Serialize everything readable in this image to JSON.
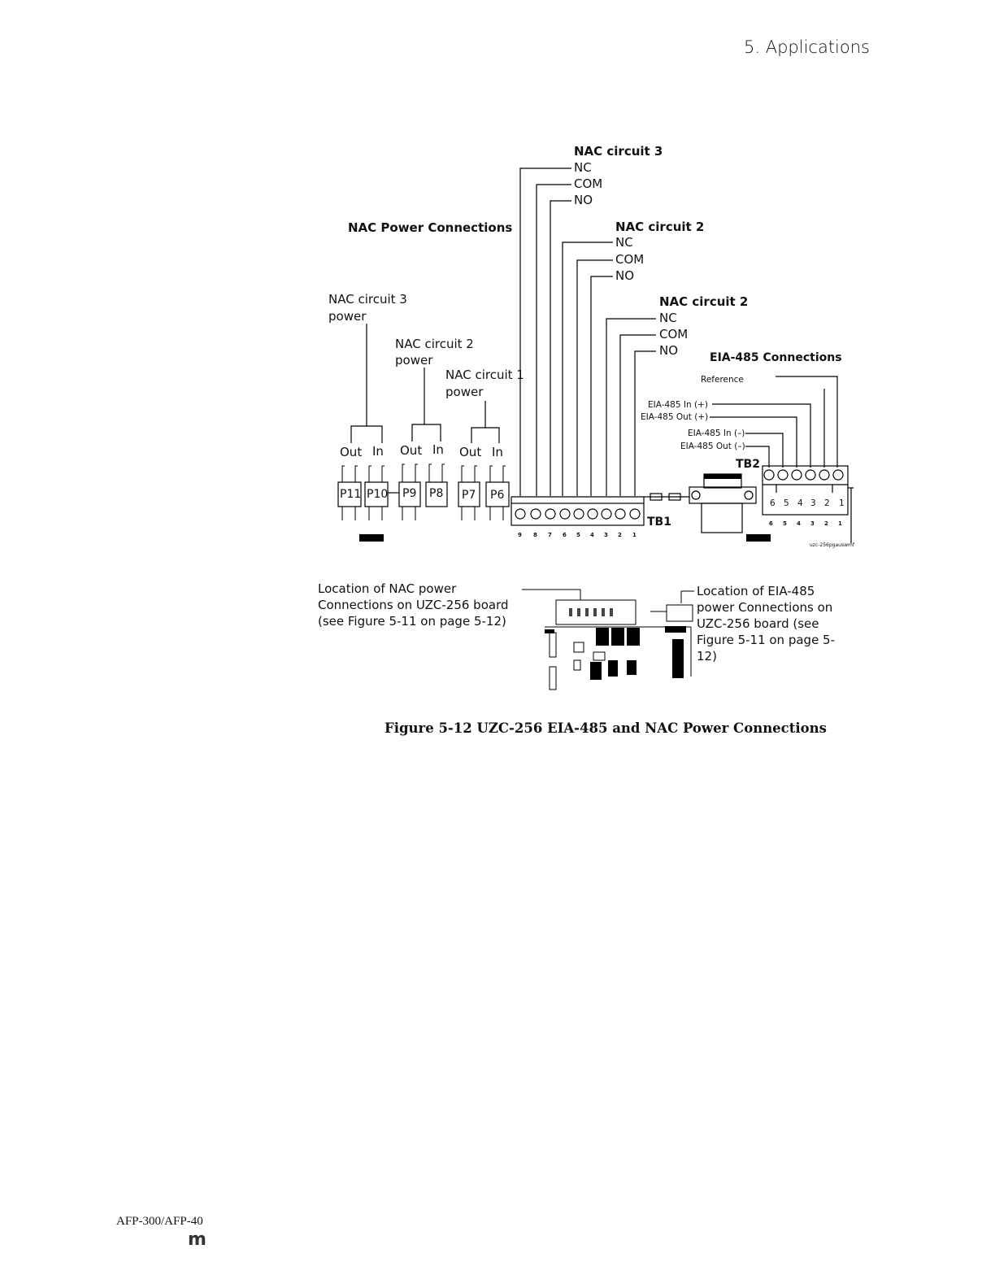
{
  "header": {
    "section": "5. Applications"
  },
  "diagram": {
    "nac_power_title": "NAC Power Connections",
    "relay_groups": [
      {
        "title": "NAC circuit 3",
        "nc": "NC",
        "com": "COM",
        "no": "NO"
      },
      {
        "title": "NAC circuit 2",
        "nc": "NC",
        "com": "COM",
        "no": "NO"
      },
      {
        "title": "NAC circuit 2",
        "nc": "NC",
        "com": "COM",
        "no": "NO"
      }
    ],
    "power_labels": [
      {
        "line1": "NAC circuit 3",
        "line2": "power"
      },
      {
        "line1": "NAC circuit 2",
        "line2": "power"
      },
      {
        "line1": "NAC circuit 1",
        "line2": "power"
      }
    ],
    "out_label": "Out",
    "in_label": "In",
    "plugs": [
      "P11",
      "P10",
      "P9",
      "P8",
      "P7",
      "P6"
    ],
    "eia_title": "EIA-485 Connections",
    "eia_lines": {
      "reference": "Reference",
      "in_plus": "EIA-485 In (+)",
      "out_plus": "EIA-485 Out (+)",
      "in_minus": "EIA-485 In (–)",
      "out_minus": "EIA-485 Out (–)"
    },
    "tb1_label": "TB1",
    "tb2_label": "TB2",
    "tb1_numbers": [
      "9",
      "8",
      "7",
      "6",
      "5",
      "4",
      "3",
      "2",
      "1"
    ],
    "tb2_numbers": [
      "6",
      "5",
      "4",
      "3",
      "2",
      "1"
    ],
    "file_name": "uzc-256pgauswmf"
  },
  "board_notes": {
    "nac_location": "Location of NAC power Connections on UZC-256 board (see Figure 5-11 on page 5-12)",
    "eia_location": "Location of EIA-485 power Connections on UZC-256 board (see Figure 5-11 on page 5-12)"
  },
  "caption": "Figure 5-12  UZC-256 EIA-485 and NAC Power Connections",
  "footer": {
    "doc": "AFP-300/AFP-40",
    "mark": "m"
  }
}
